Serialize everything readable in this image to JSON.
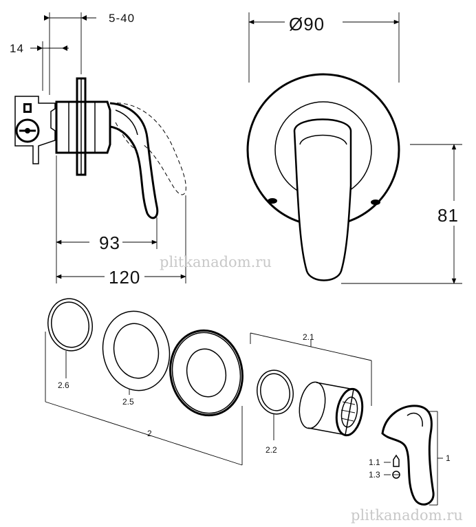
{
  "dimensions": {
    "installation_depth": "5-40",
    "wall_offset": "14",
    "rosette_diameter": "Ø90",
    "height": "81",
    "lever_length": "93",
    "overall_length": "120"
  },
  "part_labels": {
    "p1": "1",
    "p1_1": "1.1",
    "p1_3": "1.3",
    "p2": "2",
    "p2_1": "2.1",
    "p2_2": "2.2",
    "p2_5": "2.5",
    "p2_6": "2.6"
  },
  "watermarks": {
    "top": "plitkanadom.ru",
    "bottom": "plitkanadom.ru"
  }
}
